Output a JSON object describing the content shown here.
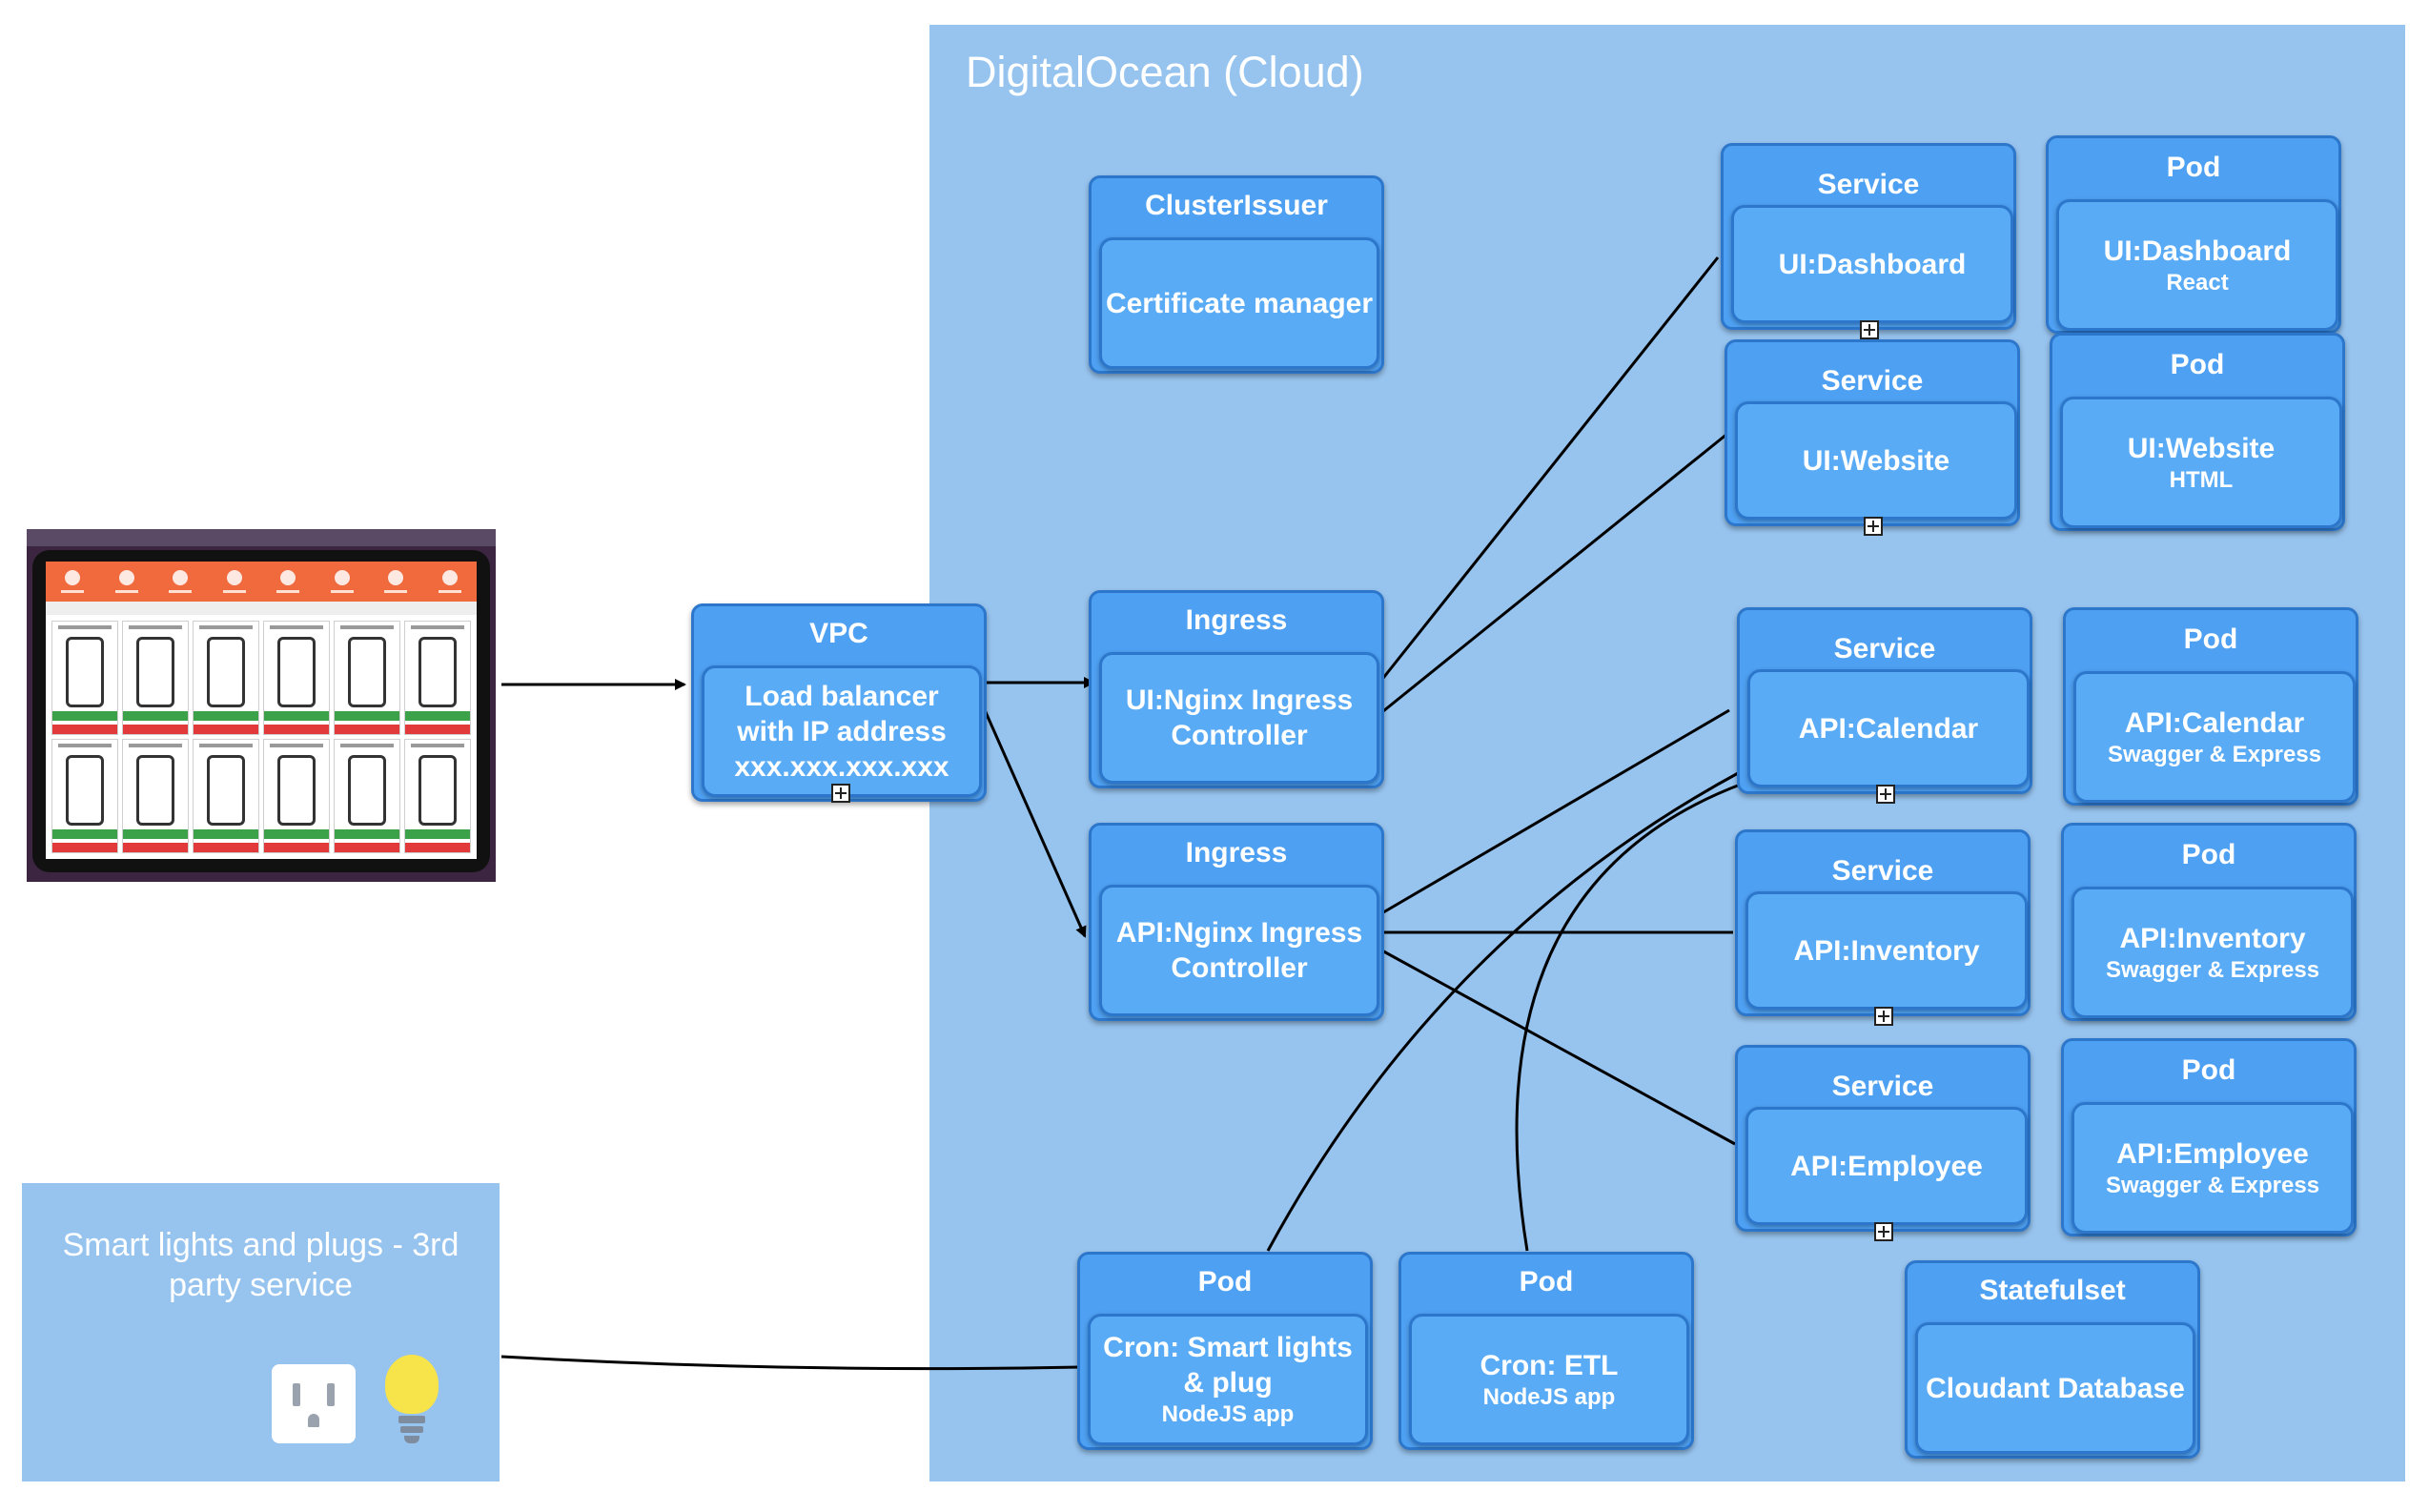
{
  "cloud": {
    "title": "DigitalOcean (Cloud)"
  },
  "smart": {
    "title": "Smart lights and plugs - 3rd party service"
  },
  "colors": {
    "cloud_bg": "#97c4ef",
    "node": "#4ea0f2",
    "node_border": "#2c77cc"
  },
  "nodes": {
    "vpc": {
      "title": "VPC",
      "line1": "Load balancer",
      "line2": "with IP address",
      "line3": "xxx.xxx.xxx.xxx"
    },
    "cluster": {
      "title": "ClusterIssuer",
      "main": "Certificate manager"
    },
    "ingress_ui": {
      "title": "Ingress",
      "line1": "UI:Nginx Ingress",
      "line2": "Controller"
    },
    "ingress_api": {
      "title": "Ingress",
      "line1": "API:Nginx Ingress",
      "line2": "Controller"
    },
    "svc_dashboard": {
      "title": "Service",
      "main": "UI:Dashboard"
    },
    "svc_website": {
      "title": "Service",
      "main": "UI:Website"
    },
    "svc_calendar": {
      "title": "Service",
      "main": "API:Calendar"
    },
    "svc_inventory": {
      "title": "Service",
      "main": "API:Inventory"
    },
    "svc_employee": {
      "title": "Service",
      "main": "API:Employee"
    },
    "pod_dashboard": {
      "title": "Pod",
      "main": "UI:Dashboard",
      "sub": "React"
    },
    "pod_website": {
      "title": "Pod",
      "main": "UI:Website",
      "sub": "HTML"
    },
    "pod_calendar": {
      "title": "Pod",
      "main": "API:Calendar",
      "sub": "Swagger & Express"
    },
    "pod_inventory": {
      "title": "Pod",
      "main": "API:Inventory",
      "sub": "Swagger & Express"
    },
    "pod_employee": {
      "title": "Pod",
      "main": "API:Employee",
      "sub": "Swagger & Express"
    },
    "cron_smart": {
      "title": "Pod",
      "line1": "Cron: Smart lights",
      "line2": "& plug",
      "sub": "NodeJS app"
    },
    "cron_etl": {
      "title": "Pod",
      "main": "Cron: ETL",
      "sub": "NodeJS app"
    },
    "statefulset": {
      "title": "Statefulset",
      "main": "Cloudant Database"
    }
  },
  "icons": {
    "outlet": "power-outlet-icon",
    "bulb": "light-bulb-icon",
    "expand": "expand-plus-icon"
  }
}
